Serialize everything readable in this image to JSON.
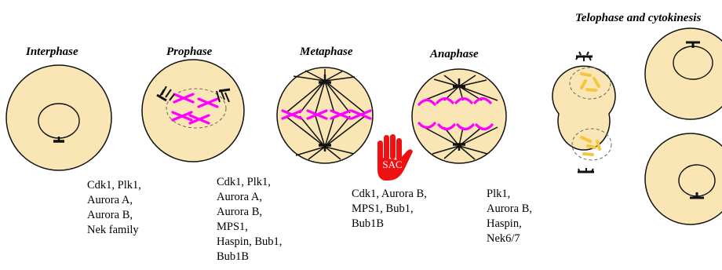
{
  "phases": [
    {
      "id": "interphase",
      "title": "Interphase",
      "kinases": "Cdk1, Plk1,\nAurora A,\nAurora B,\nNek family"
    },
    {
      "id": "prophase",
      "title": "Prophase",
      "kinases": "Cdk1, Plk1,\nAurora A,\nAurora B,\nMPS1,\nHaspin, Bub1,\nBub1B"
    },
    {
      "id": "metaphase",
      "title": "Metaphase",
      "kinases": "Cdk1, Aurora B,\nMPS1, Bub1,\nBub1B"
    },
    {
      "id": "anaphase",
      "title": "Anaphase",
      "kinases": "Plk1,\nAurora B,\nHaspin,\nNek6/7"
    },
    {
      "id": "telophase",
      "title": "Telophase and cytokinesis",
      "kinases": ""
    }
  ],
  "checkpoint": {
    "label": "SAC"
  },
  "colors": {
    "cytoplasm": "#fae6b4",
    "outline": "#111111",
    "chromosome_prophase": "#ff00ff",
    "chromosome_telophase": "#f5c542",
    "sac_hand": "#ee1111"
  }
}
